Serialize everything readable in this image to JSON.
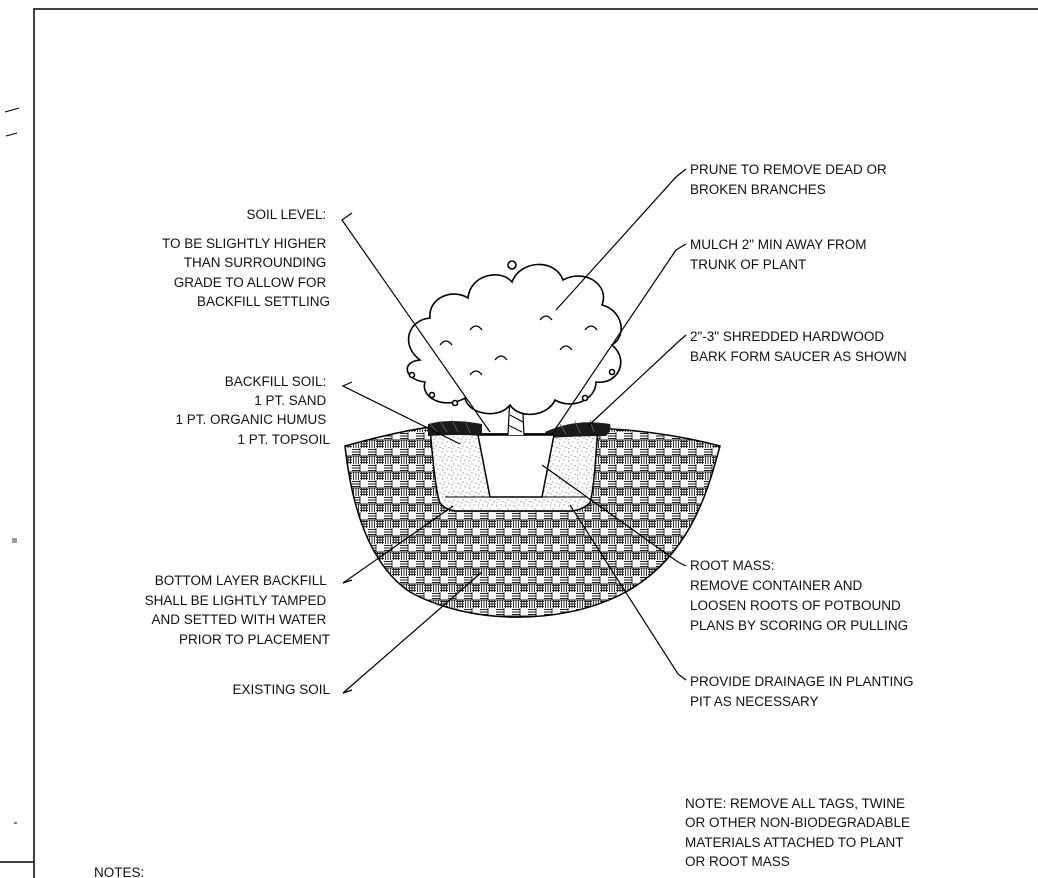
{
  "labels": {
    "soil_level": [
      "SOIL LEVEL:",
      "TO BE SLIGHTLY HIGHER",
      "THAN SURROUNDING",
      "GRADE TO ALLOW FOR",
      "BACKFILL SETTLING"
    ],
    "backfill_soil": [
      "BACKFILL SOIL:",
      "1 PT. SAND",
      "1 PT. ORGANIC HUMUS",
      "1 PT. TOPSOIL"
    ],
    "bottom_layer": [
      "BOTTOM LAYER  BACKFILL",
      "SHALL BE LIGHTLY TAMPED",
      "AND SETTED WITH WATER",
      "PRIOR TO PLACEMENT"
    ],
    "existing_soil": [
      "EXISTING SOIL"
    ],
    "prune": [
      "PRUNE TO REMOVE DEAD OR",
      "BROKEN BRANCHES"
    ],
    "mulch": [
      "MULCH 2\" MIN AWAY FROM",
      "TRUNK OF PLANT"
    ],
    "hardwood": [
      "2\"-3\" SHREDDED HARDWOOD",
      "BARK FORM SAUCER AS SHOWN"
    ],
    "root_mass": [
      "ROOT MASS:",
      "REMOVE CONTAINER AND",
      "LOOSEN ROOTS OF POTBOUND",
      "PLANS BY SCORING OR PULLING"
    ],
    "drainage": [
      "PROVIDE DRAINAGE IN PLANTING",
      "PIT AS NECESSARY"
    ],
    "note": [
      "NOTE: REMOVE ALL TAGS, TWINE",
      "OR OTHER NON-BIODEGRADABLE",
      "MATERIALS ATTACHED TO PLANT",
      "OR ROOT MASS"
    ],
    "notes_heading": [
      "NOTES:"
    ]
  }
}
